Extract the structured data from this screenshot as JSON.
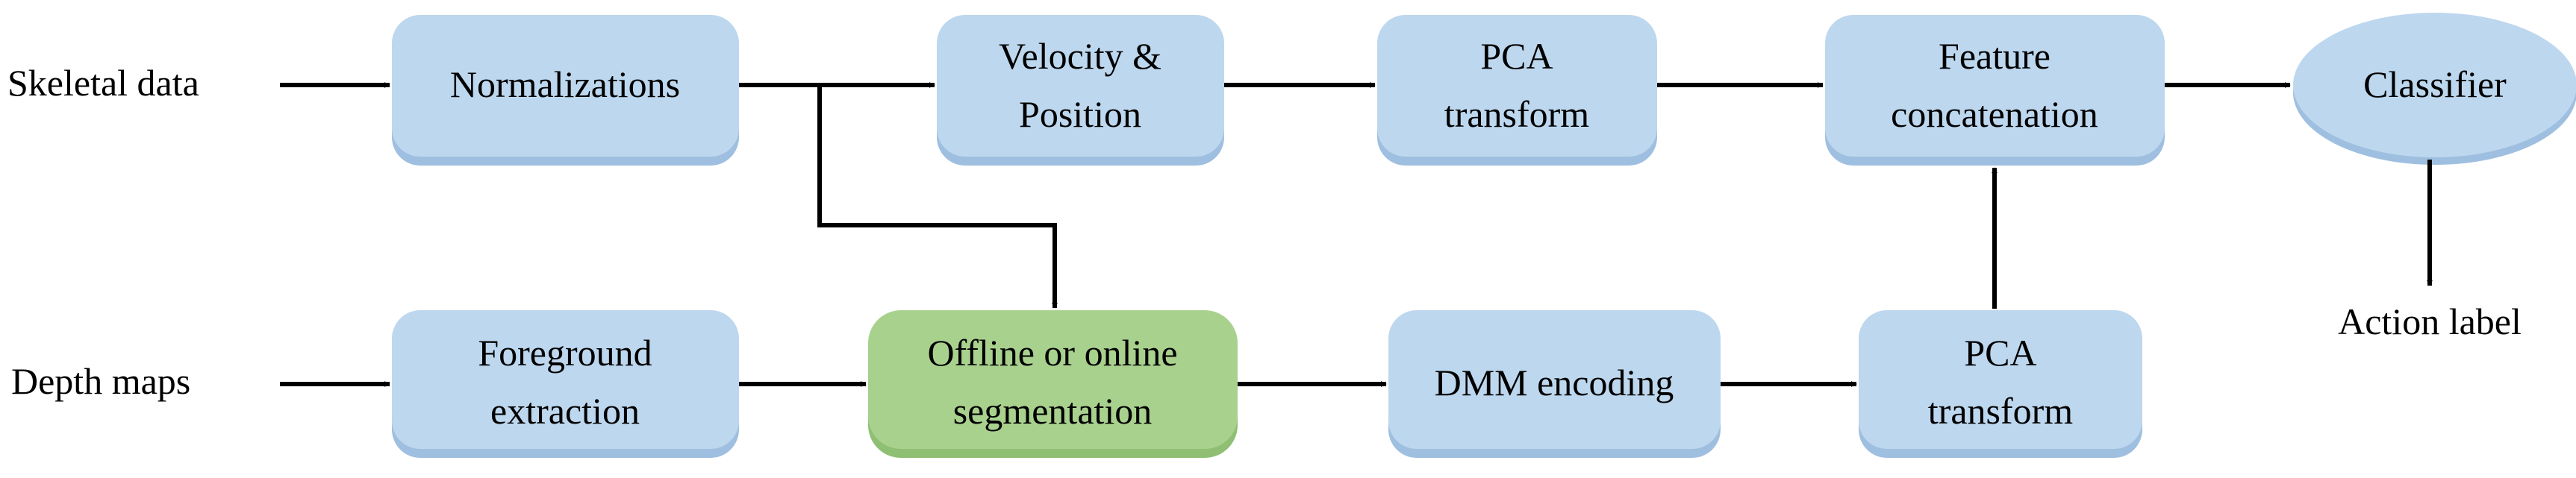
{
  "inputs": {
    "skeletal": "Skeletal data",
    "depth": "Depth maps"
  },
  "nodes": {
    "normalizations": [
      "Normalizations"
    ],
    "velocity_position": [
      "Velocity &",
      "Position"
    ],
    "pca_top": [
      "PCA",
      "transform"
    ],
    "feature_concat": [
      "Feature",
      "concatenation"
    ],
    "classifier": [
      "Classifier"
    ],
    "foreground": [
      "Foreground",
      "extraction"
    ],
    "segmentation": [
      "Offline or online",
      "segmentation"
    ],
    "dmm": [
      "DMM encoding"
    ],
    "pca_bottom": [
      "PCA",
      "transform"
    ]
  },
  "output": {
    "action_label": "Action label"
  },
  "colors": {
    "node_fill": "#bdd7ee",
    "segmentation_fill": "#a9d18e",
    "edge": "#000000"
  }
}
